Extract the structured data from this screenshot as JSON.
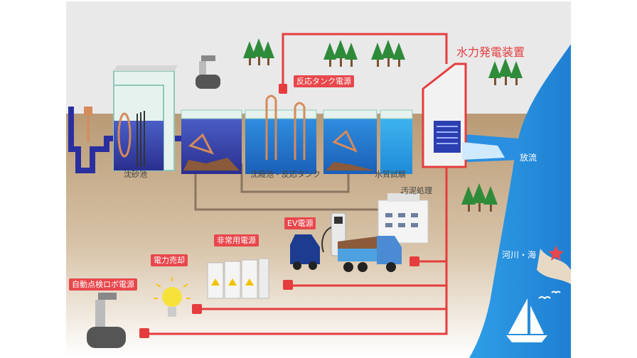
{
  "labels": {
    "hydro_title": "水力発電装置",
    "reactor_power": "反応タンク電源",
    "grit": "沈砂池",
    "settling": "沈殿池・反応タンク",
    "quality": "水質試験",
    "sludge": "汚泥処理",
    "ev": "EV電源",
    "emergency": "非常用電源",
    "sell": "電力売却",
    "robot": "自動点検ロボ電源",
    "discharge": "放流",
    "river_sea": "河川・海"
  },
  "colors": {
    "power_line": "#e53d3d",
    "water": "#2a8fe0",
    "ground": "#b99a75",
    "sky": "#e9e9ea"
  }
}
